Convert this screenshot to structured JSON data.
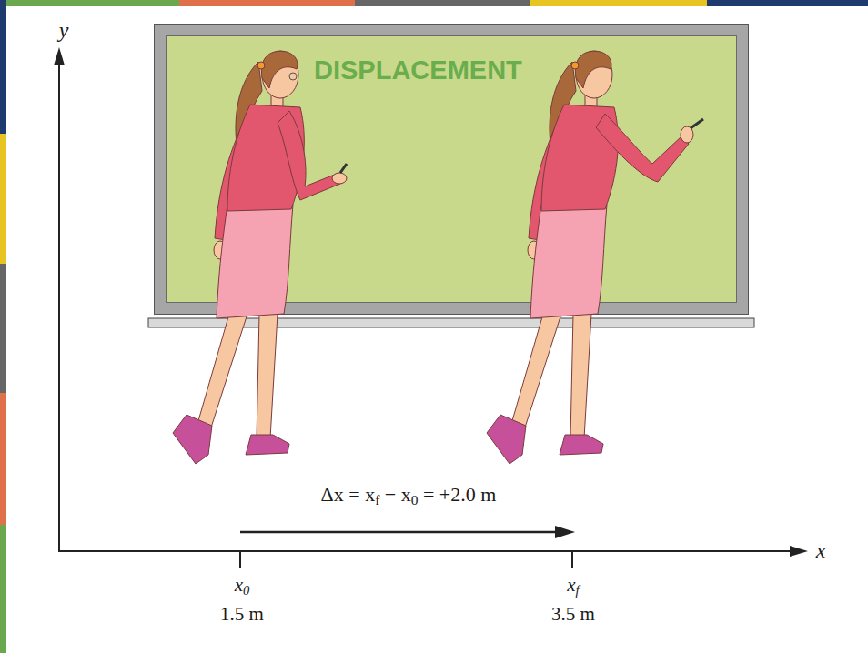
{
  "diagram": {
    "nodes": [
      {
        "text": [
          "DISPLACEMENT"
        ]
      }
    ],
    "labels": [
      "y",
      "x",
      "Δx = xf − x0 = +2.0 m",
      "x0",
      "1.5 m",
      "xf",
      "3.5 m"
    ]
  }
}
